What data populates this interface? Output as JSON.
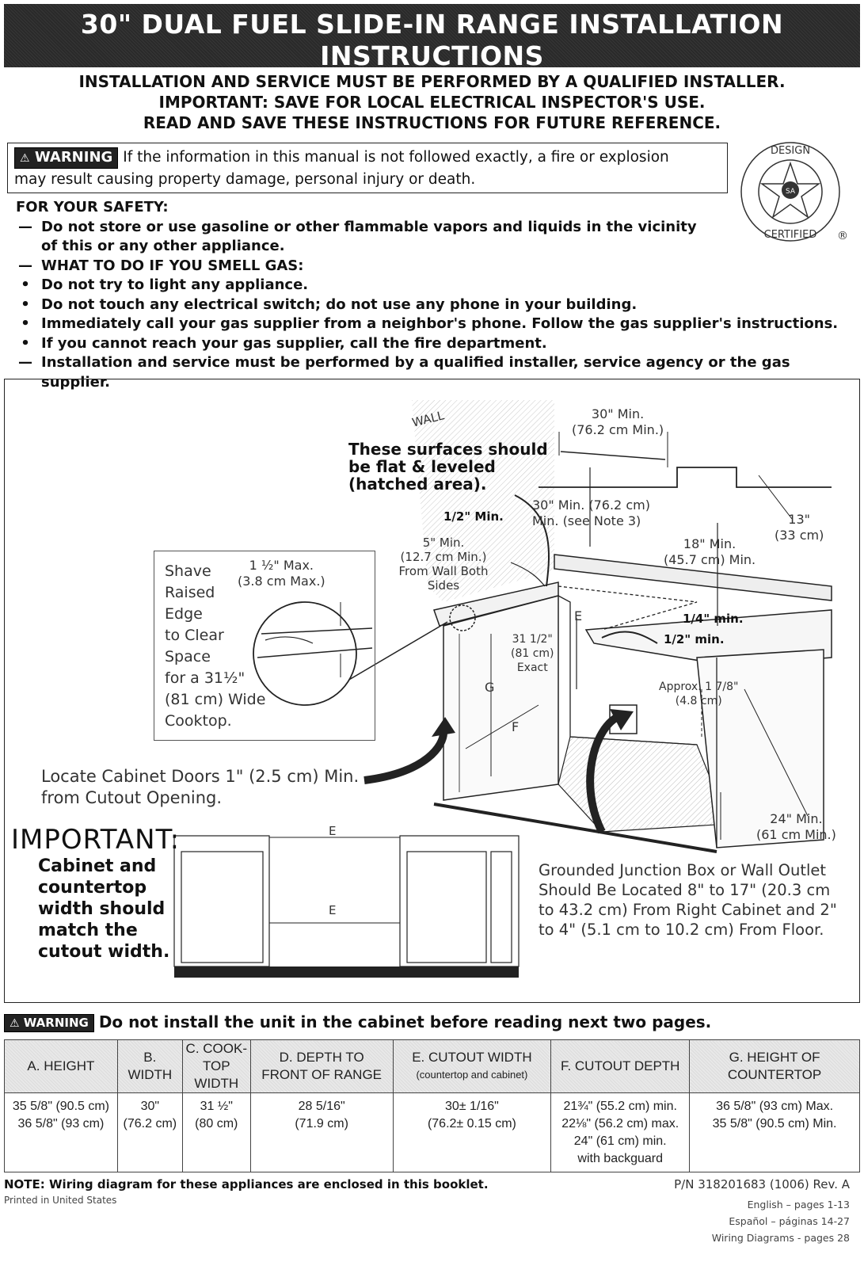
{
  "header": {
    "title": "30\" DUAL FUEL SLIDE-IN RANGE INSTALLATION INSTRUCTIONS",
    "subtitle": "(Models with an Electric Oven and a Gas Cooktop)"
  },
  "notices": [
    "INSTALLATION AND SERVICE MUST BE PERFORMED BY A QUALIFIED INSTALLER.",
    "IMPORTANT: SAVE FOR LOCAL ELECTRICAL INSPECTOR'S USE.",
    "READ AND SAVE THESE INSTRUCTIONS FOR FUTURE REFERENCE."
  ],
  "warning": {
    "badge": "WARNING",
    "text_line1": "If the information in this manual is not followed exactly, a fire or explosion",
    "text_line2": "may result causing property damage, personal injury or death."
  },
  "seal": {
    "top": "DESIGN",
    "bottom": "CERTIFIED",
    "reg": "®"
  },
  "safety": [
    {
      "marker": "",
      "text": "FOR YOUR SAFETY:"
    },
    {
      "marker": "—",
      "text": "Do not store or use gasoline or other flammable vapors and liquids in the vicinity"
    },
    {
      "marker": "",
      "text": "of this or any other appliance."
    },
    {
      "marker": "—",
      "text": "WHAT TO DO IF YOU SMELL GAS:"
    },
    {
      "marker": "•",
      "text": "Do not try to light any appliance."
    },
    {
      "marker": "•",
      "text": "Do not touch any electrical switch; do not use any phone in your building."
    },
    {
      "marker": "•",
      "text": "Immediately call your gas supplier from a neighbor's phone. Follow the gas supplier's instructions."
    },
    {
      "marker": "•",
      "text": "If you cannot reach your gas supplier, call the fire department."
    },
    {
      "marker": "—",
      "text": "Installation and service must be performed by a qualified installer, service agency or the gas supplier."
    }
  ],
  "diagram": {
    "wall": "WALL",
    "surfaces": [
      "These surfaces should",
      "be flat & leveled",
      "(hatched area)."
    ],
    "half_min": "1/2\" Min.",
    "five_min": [
      "5\" Min.",
      "(12.7 cm Min.)",
      "From Wall Both",
      "Sides"
    ],
    "thirty_min_top": [
      "30\" Min.",
      "(76.2 cm Min.)"
    ],
    "thirty_min_mid": [
      "30\" Min. (76.2 cm)",
      "Min. (see Note 3)"
    ],
    "thirteen": [
      "13\"",
      "(33 cm)"
    ],
    "eighteen": [
      "18\" Min.",
      "(45.7 cm) Min."
    ],
    "quarter_min": "1/4\" min.",
    "half_min2": "1/2\" min.",
    "e_label": "E",
    "g_label": "G",
    "f_label": "F",
    "thirtyone": [
      "31 1/2\"",
      "(81 cm)",
      "Exact"
    ],
    "approx": [
      "Approx. 1 7/8\"",
      "(4.8 cm)"
    ],
    "shave": [
      "Shave",
      "Raised",
      "Edge",
      "to Clear",
      "Space",
      "for a 31½\"",
      "(81 cm) Wide",
      "Cooktop."
    ],
    "max": [
      "1 ½\" Max.",
      "(3.8 cm Max.)"
    ],
    "locate": [
      "Locate Cabinet Doors 1\" (2.5 cm) Min.",
      "from Cutout Opening."
    ],
    "twentyfour": [
      "24\" Min.",
      "(61 cm Min.)"
    ],
    "junction": [
      "Grounded Junction Box or Wall Outlet",
      "Should Be Located 8\" to 17\" (20.3 cm",
      "to 43.2 cm) From Right Cabinet and 2\"",
      "to 4\" (5.1 cm to 10.2 cm) From Floor."
    ]
  },
  "important": {
    "head": "IMPORTANT:",
    "body": [
      "Cabinet and",
      "countertop",
      "width should",
      "match the",
      "cutout width."
    ]
  },
  "warning2": {
    "badge": "WARNING",
    "text": "Do not install the unit in the cabinet before reading next two pages."
  },
  "table": {
    "headers": [
      {
        "l1": "A. HEIGHT",
        "l2": ""
      },
      {
        "l1": "B.",
        "l2": "WIDTH"
      },
      {
        "l1": "C. COOK-",
        "l2": "TOP WIDTH"
      },
      {
        "l1": "D. DEPTH TO",
        "l2": "FRONT OF RANGE"
      },
      {
        "l1": "E. CUTOUT WIDTH",
        "l2": "(countertop and cabinet)"
      },
      {
        "l1": "F. CUTOUT DEPTH",
        "l2": ""
      },
      {
        "l1": "G. HEIGHT OF",
        "l2": "COUNTERTOP"
      }
    ],
    "cells": [
      [
        "35 5/8\" (90.5 cm)",
        "36 5/8\" (93 cm)",
        "",
        ""
      ],
      [
        "30\"",
        "(76.2 cm)",
        "",
        ""
      ],
      [
        "31 ½\"",
        "(80 cm)",
        "",
        ""
      ],
      [
        "28 5/16\"",
        "(71.9 cm)",
        "",
        ""
      ],
      [
        "30± 1/16\"",
        "(76.2± 0.15 cm)",
        "",
        ""
      ],
      [
        "21¾\" (55.2 cm) min.",
        "22⅛\" (56.2 cm) max.",
        "24\" (61 cm) min.",
        "with backguard"
      ],
      [
        "36 5/8\" (93 cm) Max.",
        "35 5/8\" (90.5 cm) Min.",
        "",
        ""
      ]
    ]
  },
  "footer": {
    "note": "NOTE: Wiring diagram for these appliances are enclosed in this booklet.",
    "printed": "Printed in United States",
    "pn": "P/N 318201683 (1006) Rev. A",
    "pages": [
      "English – pages 1-13",
      "Español – páginas 14-27",
      "Wiring Diagrams - pages 28"
    ]
  }
}
